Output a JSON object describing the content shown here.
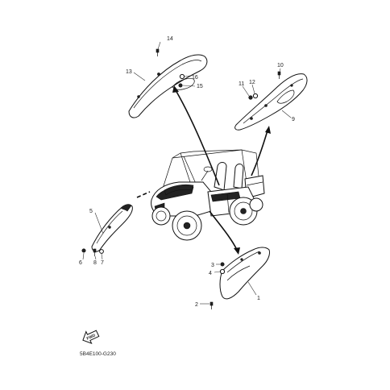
{
  "diagram": {
    "callouts": [
      {
        "id": "c1",
        "label": "1"
      },
      {
        "id": "c2",
        "label": "2"
      },
      {
        "id": "c3",
        "label": "3"
      },
      {
        "id": "c4",
        "label": "4"
      },
      {
        "id": "c5",
        "label": "5"
      },
      {
        "id": "c6",
        "label": "6"
      },
      {
        "id": "c7",
        "label": "7"
      },
      {
        "id": "c8",
        "label": "8"
      },
      {
        "id": "c9",
        "label": "9"
      },
      {
        "id": "c10",
        "label": "10"
      },
      {
        "id": "c11",
        "label": "11"
      },
      {
        "id": "c12",
        "label": "12"
      },
      {
        "id": "c13",
        "label": "13"
      },
      {
        "id": "c14",
        "label": "14"
      },
      {
        "id": "c15",
        "label": "15"
      },
      {
        "id": "c16",
        "label": "16"
      }
    ],
    "fwd_label": "FWD",
    "diagram_code": "5B4E100-G230"
  }
}
